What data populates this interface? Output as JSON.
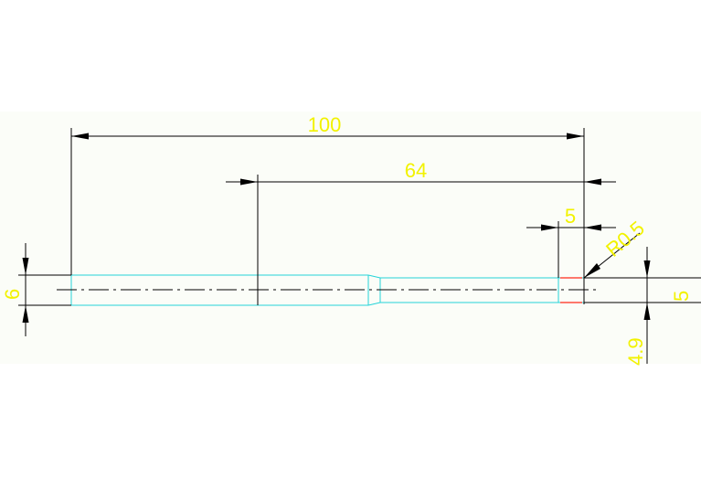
{
  "colors": {
    "background": "#fbfdf8",
    "page": "#ffffff",
    "dimension_lines": "#000000",
    "part_outline": "#25d4d8",
    "dimension_text": "#f2f200",
    "highlight": "#ff2a1a"
  },
  "dimensions": {
    "overall_length": "100",
    "shoulder_to_end": "64",
    "tip_length": "5",
    "tip_radius": "R0.5",
    "left_diameter": "6",
    "right_diameter": "5",
    "lower_value": "4.9"
  }
}
